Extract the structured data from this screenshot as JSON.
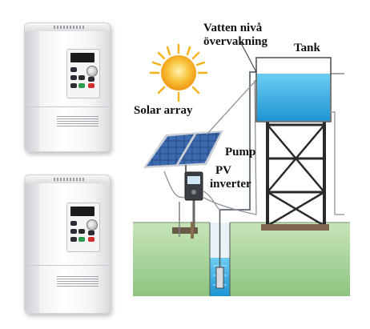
{
  "labels": {
    "water_level_line1": "Vatten nivå",
    "water_level_line2": "övervakning",
    "tank": "Tank",
    "solar_array": "Solar array",
    "pump": "Pump",
    "pv_line1": "PV",
    "pv_line2": "inverter"
  },
  "icons": [
    "sun-icon",
    "solar-panel-icon",
    "inverter-device-icon",
    "water-tank-icon",
    "well-pump-icon"
  ],
  "colors": {
    "water": "#3bb3e6",
    "ground": "#9fcf92",
    "sun_core": "#f4a31b",
    "tower": "#2a2a2a",
    "sky_ground_line": "#6e8f67"
  }
}
